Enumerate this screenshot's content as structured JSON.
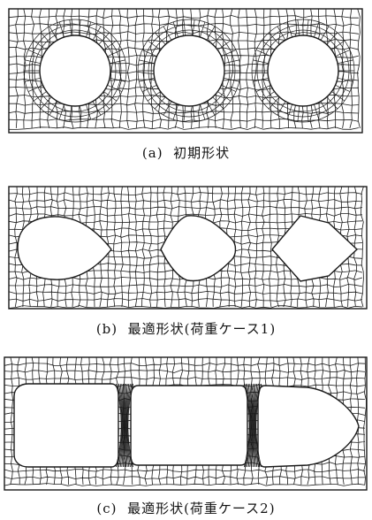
{
  "figure": {
    "panels": [
      {
        "id": "a",
        "caption": "(a)  初期形状"
      },
      {
        "id": "b",
        "caption": "(b)  最適形状(荷重ケース1)"
      },
      {
        "id": "c",
        "caption": "(c)  最適形状(荷重ケース2)"
      }
    ],
    "colors": {
      "mesh": "#1a1a1a",
      "hole_fill": "#ffffff",
      "background": "#ffffff"
    }
  }
}
